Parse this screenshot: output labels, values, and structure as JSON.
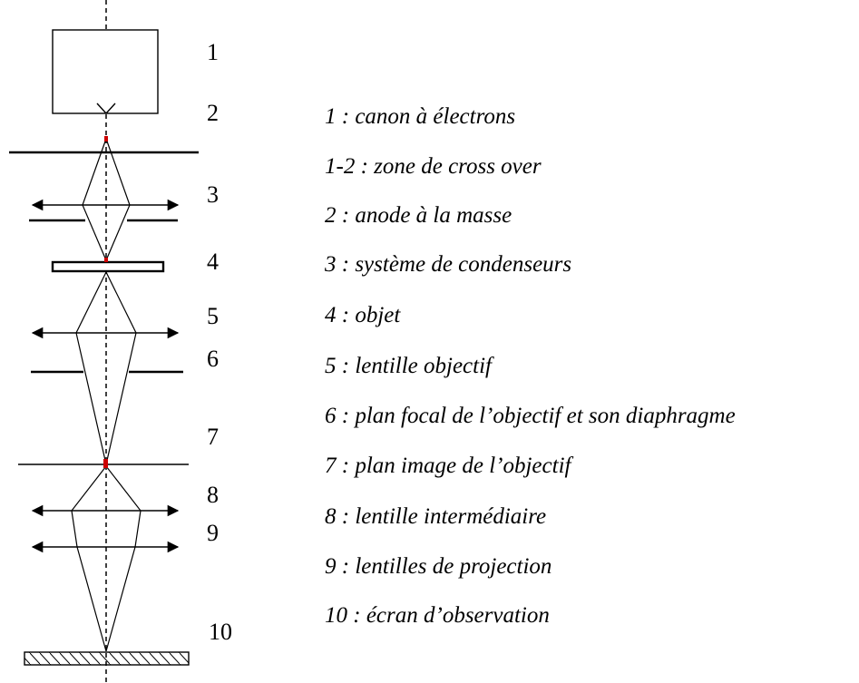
{
  "numbers": [
    "1",
    "2",
    "3",
    "4",
    "5",
    "6",
    "7",
    "8",
    "9",
    "10"
  ],
  "legend": [
    "1 : canon à électrons",
    "1-2 : zone de cross over",
    "2 : anode à la masse",
    "3 : système de condenseurs",
    "4 : objet",
    "5 : lentille objectif",
    "6 : plan focal de l’objectif et son diaphragme",
    "7 : plan image de l’objectif",
    "8 : lentille intermédiaire",
    "9 : lentilles de projection",
    "10 : écran d’observation"
  ],
  "colors": {
    "line": "#000000",
    "focus_point": "#cc0000",
    "background": "#ffffff"
  }
}
